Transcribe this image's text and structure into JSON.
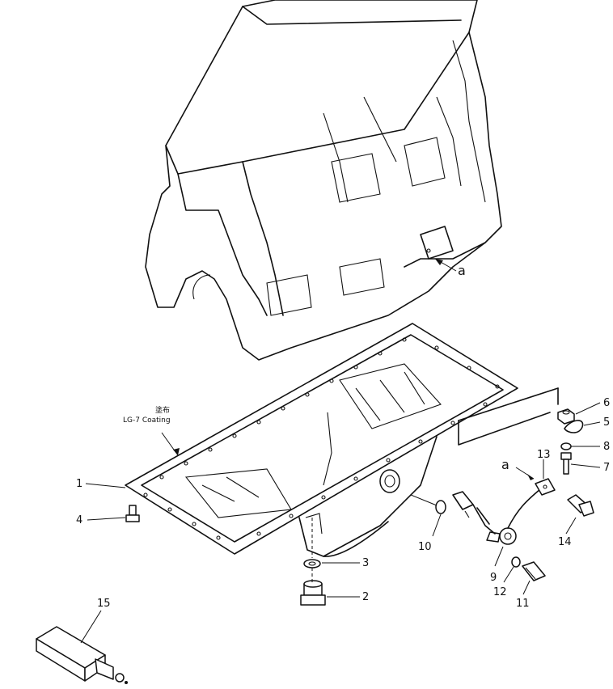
{
  "callouts": {
    "p1": "1",
    "p2": "2",
    "p3": "3",
    "p4": "4",
    "p5": "5",
    "p6": "6",
    "p7": "7",
    "p8": "8",
    "p9": "9",
    "p10": "10",
    "p11": "11",
    "p12": "12",
    "p13": "13",
    "p14": "14",
    "p15": "15",
    "ref_a_block": "a",
    "ref_a_sensor": "a"
  },
  "note": {
    "japanese": "塗布",
    "text": "LG-7  Coating"
  }
}
